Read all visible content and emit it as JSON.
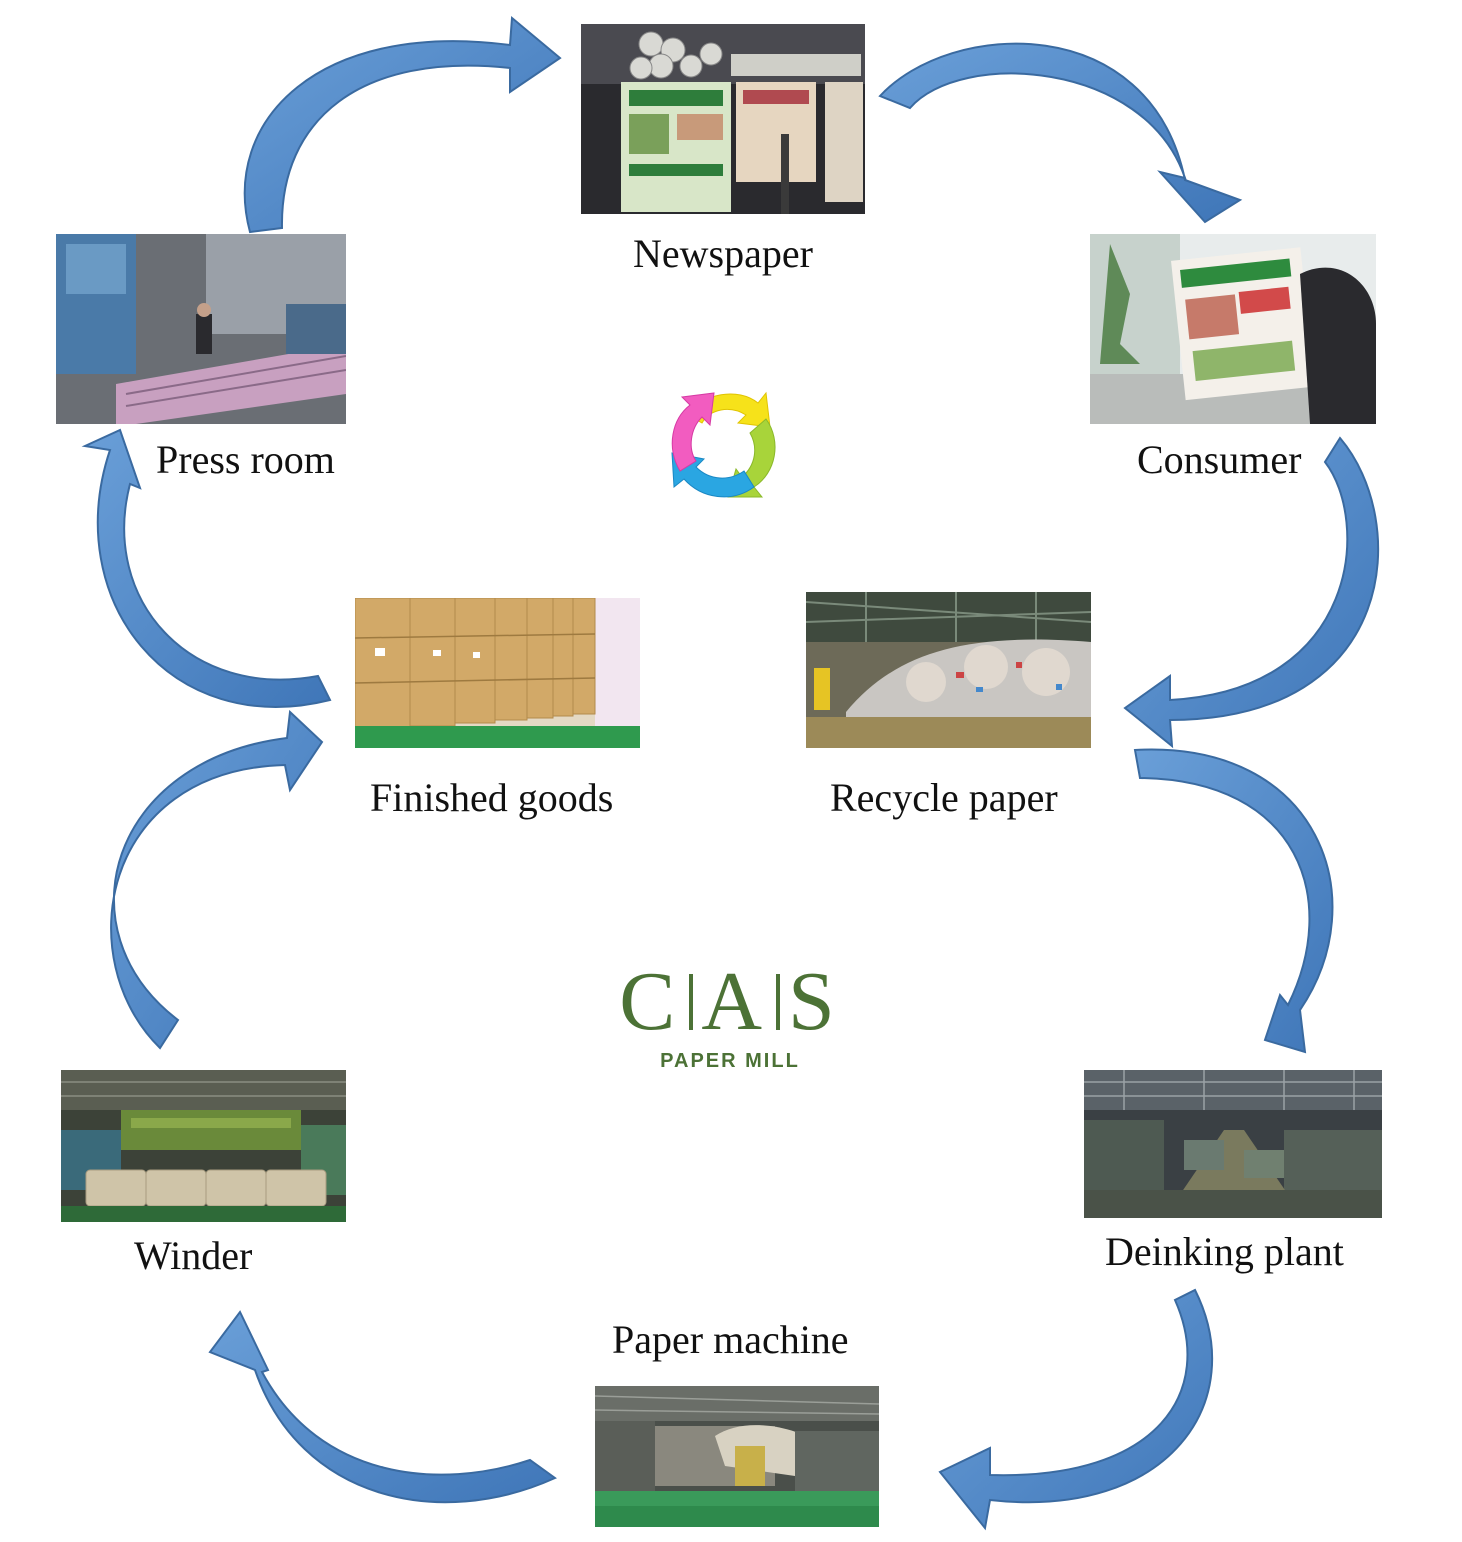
{
  "stages": {
    "newspaper": "Newspaper",
    "consumer": "Consumer",
    "recycle": "Recycle paper",
    "deinking": "Deinking plant",
    "paper_machine": "Paper machine",
    "winder": "Winder",
    "finished": "Finished goods",
    "press": "Press room"
  },
  "logo": {
    "letters": [
      "C",
      "A",
      "S"
    ],
    "subtitle": "PAPER MILL"
  },
  "colors": {
    "arrow_fill": "#4f86c6",
    "arrow_stroke": "#3d6fa5",
    "logo": "#4c7236"
  },
  "icons": {
    "center": "recycle-cycle-icon"
  }
}
